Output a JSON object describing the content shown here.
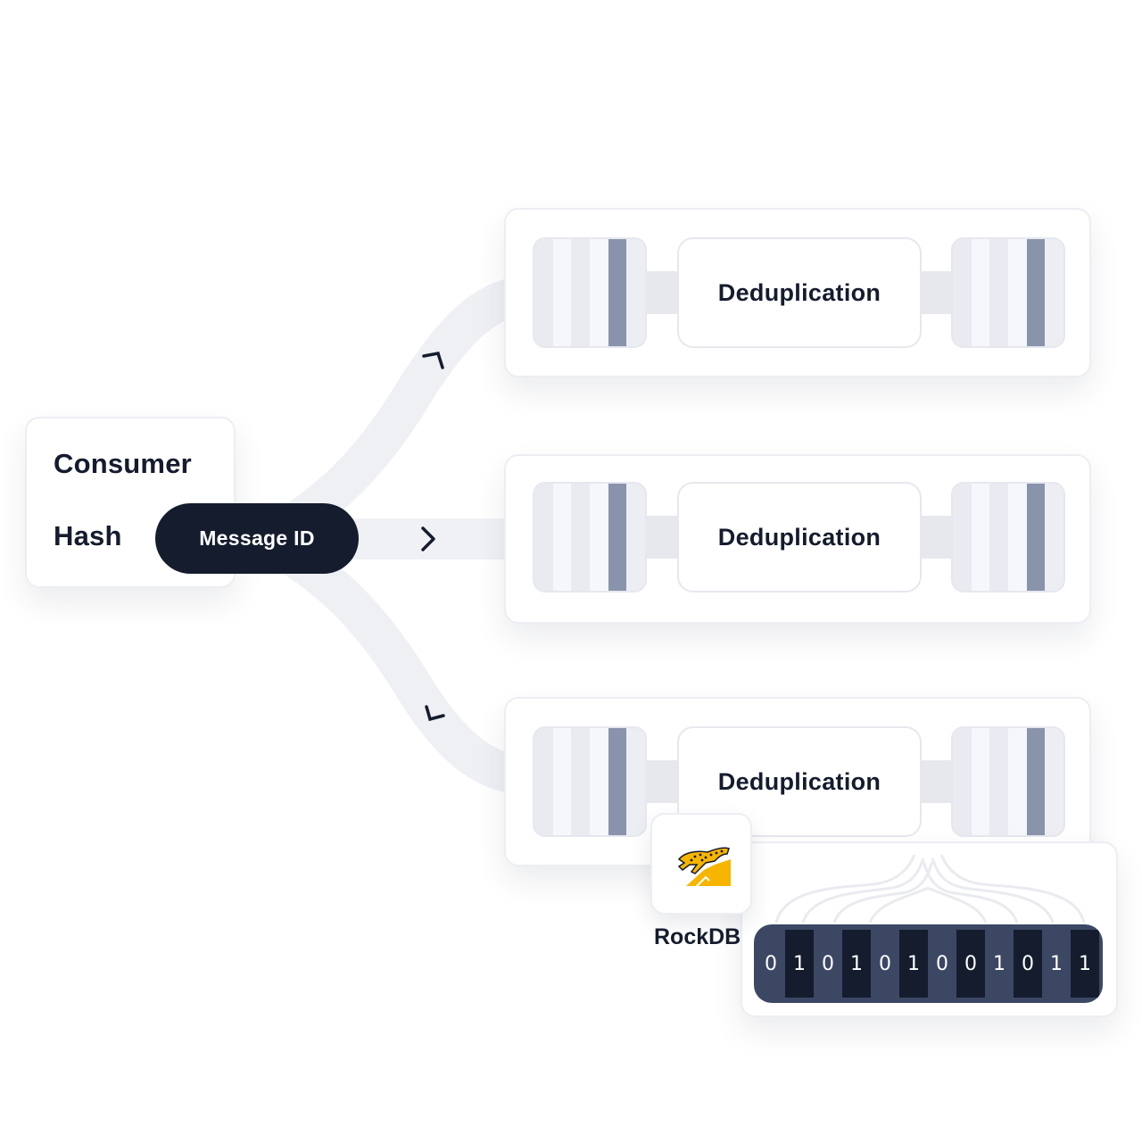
{
  "consumer": {
    "title": "Consumer",
    "subtitle": "Hash",
    "message_label": "Message ID"
  },
  "partitions": [
    {
      "label": "Deduplication"
    },
    {
      "label": "Deduplication"
    },
    {
      "label": "Deduplication"
    }
  ],
  "store": {
    "name": "RockDB",
    "bits": [
      "0",
      "1",
      "0",
      "1",
      "0",
      "1",
      "0",
      "0",
      "1",
      "0",
      "1",
      "1"
    ]
  },
  "colors": {
    "ink": "#141c2e",
    "flow": "#eef0f4",
    "accent_stripe": "#8a93ac",
    "bits_bg": "#3c4764",
    "logo_yellow": "#f7b500"
  },
  "icons": {
    "store_logo": "cheetah-logo-icon",
    "flow_arrow": "chevron-right-icon"
  }
}
